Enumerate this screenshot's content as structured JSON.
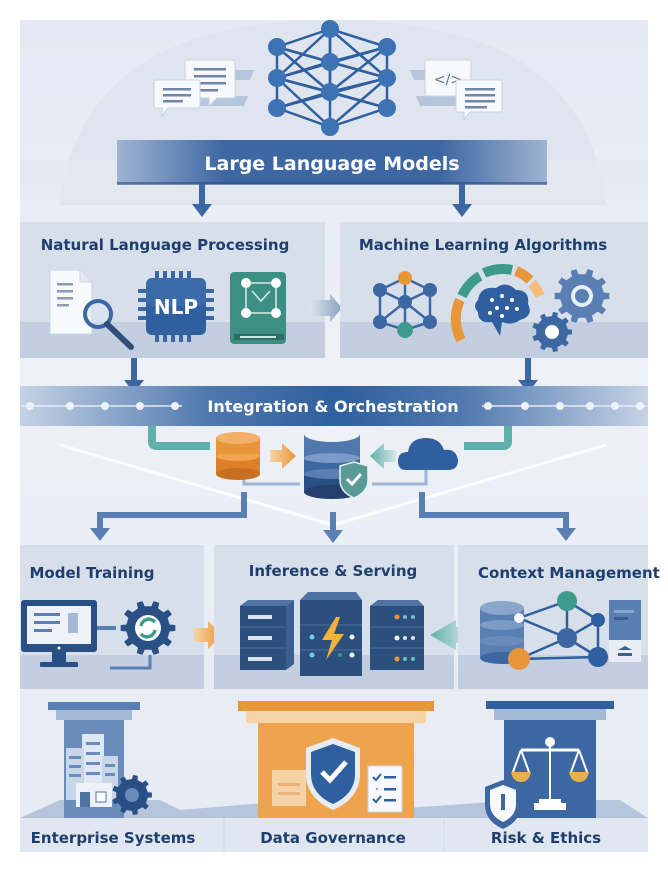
{
  "header": {
    "title": "Large Language Models"
  },
  "layer1": {
    "left": {
      "title": "Natural Language Processing",
      "chip_label": "NLP"
    },
    "right": {
      "title": "Machine Learning Algorithms"
    }
  },
  "integration": {
    "title": "Integration & Orchestration"
  },
  "layer3": {
    "left": {
      "title": "Model Training"
    },
    "center": {
      "title": "Inference & Serving"
    },
    "right": {
      "title": "Context Management"
    }
  },
  "pillars": [
    {
      "title": "Enterprise Systems"
    },
    {
      "title": "Data Governance"
    },
    {
      "title": "Risk & Ethics"
    }
  ],
  "colors": {
    "primary": "#2f5f9e",
    "dark": "#1f3e6e",
    "accent_orange": "#e8963a",
    "accent_teal": "#3e9a8c",
    "background": "#e8ecf4"
  },
  "icons": {
    "code_symbol": "</>"
  }
}
